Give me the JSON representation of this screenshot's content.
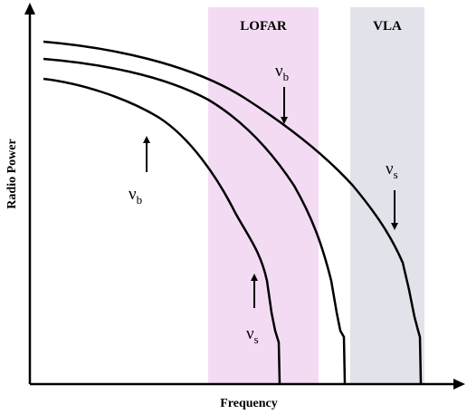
{
  "bands": {
    "lofar": {
      "label": "LOFAR",
      "color": "#f3dcf3"
    },
    "vla": {
      "label": "VLA",
      "color": "#e2e2ea"
    }
  },
  "axes": {
    "x_label": "Frequency",
    "y_label": "Radio Power"
  },
  "annotations": {
    "nu": "ν",
    "sub_b": "b",
    "sub_s": "s"
  },
  "colors": {
    "line": "#000000"
  }
}
